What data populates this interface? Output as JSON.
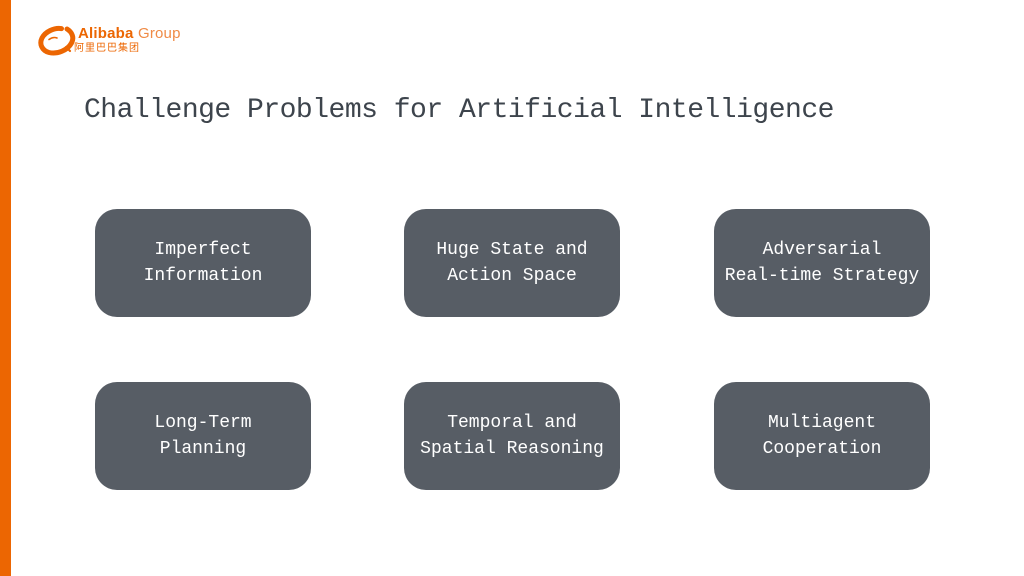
{
  "brand": {
    "logo_bold": "Alibaba",
    "logo_light": "Group",
    "logo_cn": "阿里巴巴集团"
  },
  "slide": {
    "title": "Challenge Problems for Artificial Intelligence"
  },
  "cards": [
    {
      "line1": "Imperfect",
      "line2": "Information"
    },
    {
      "line1": "Huge State and",
      "line2": "Action Space"
    },
    {
      "line1": "Adversarial",
      "line2": "Real-time Strategy"
    },
    {
      "line1": "Long-Term",
      "line2": "Planning"
    },
    {
      "line1": "Temporal and",
      "line2": "Spatial Reasoning"
    },
    {
      "line1": "Multiagent",
      "line2": "Cooperation"
    }
  ],
  "colors": {
    "accent_orange": "#EC6602",
    "card_background": "#575D65",
    "title_text": "#3D444C",
    "card_text": "#FFFFFF",
    "slide_background": "#FFFFFF"
  }
}
